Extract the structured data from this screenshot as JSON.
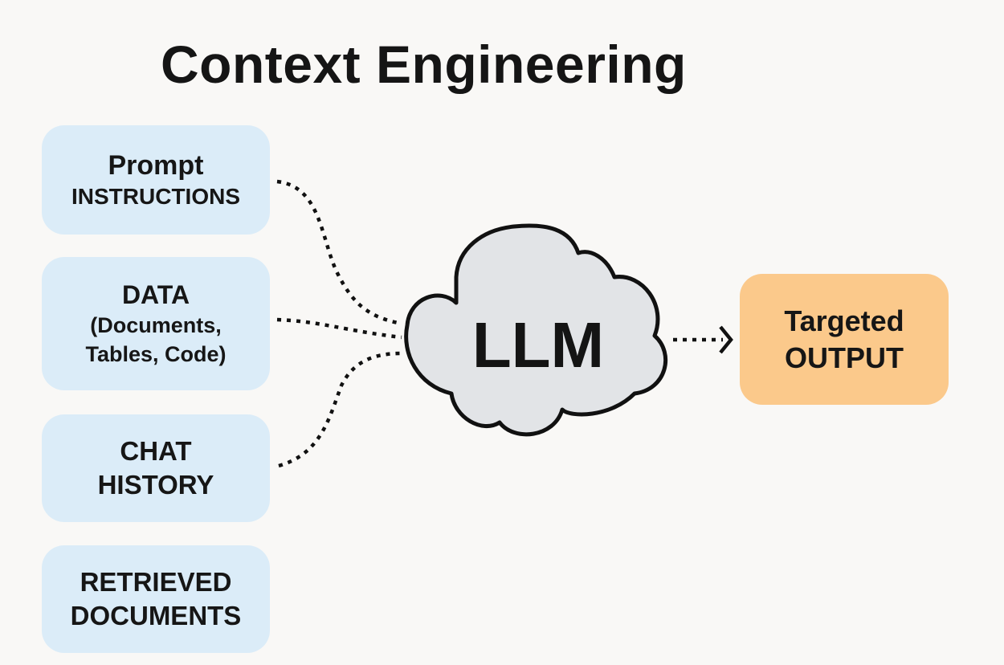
{
  "title": "Context Engineering",
  "inputs": [
    {
      "lines": [
        "Prompt",
        "INSTRUCTIONS"
      ]
    },
    {
      "lines": [
        "DATA",
        "(Documents,",
        "Tables, Code)"
      ]
    },
    {
      "lines": [
        "CHAT",
        "HISTORY"
      ]
    },
    {
      "lines": [
        "RETRIEVED",
        "DOCUMENTS"
      ]
    }
  ],
  "center": {
    "label": "LLM",
    "shape": "cloud-icon"
  },
  "output": {
    "lines": [
      "Targeted",
      "OUTPUT"
    ]
  },
  "colors": {
    "background": "#f9f8f6",
    "input_box": "#dbecf8",
    "output_box": "#fbc98b",
    "cloud_fill": "#e2e4e7",
    "stroke": "#111111"
  },
  "connectors": [
    {
      "from": "Prompt INSTRUCTIONS",
      "to": "LLM",
      "style": "dotted"
    },
    {
      "from": "DATA",
      "to": "LLM",
      "style": "dotted"
    },
    {
      "from": "CHAT HISTORY",
      "to": "LLM",
      "style": "dotted"
    },
    {
      "from": "LLM",
      "to": "Targeted OUTPUT",
      "style": "dotted-arrow"
    }
  ]
}
